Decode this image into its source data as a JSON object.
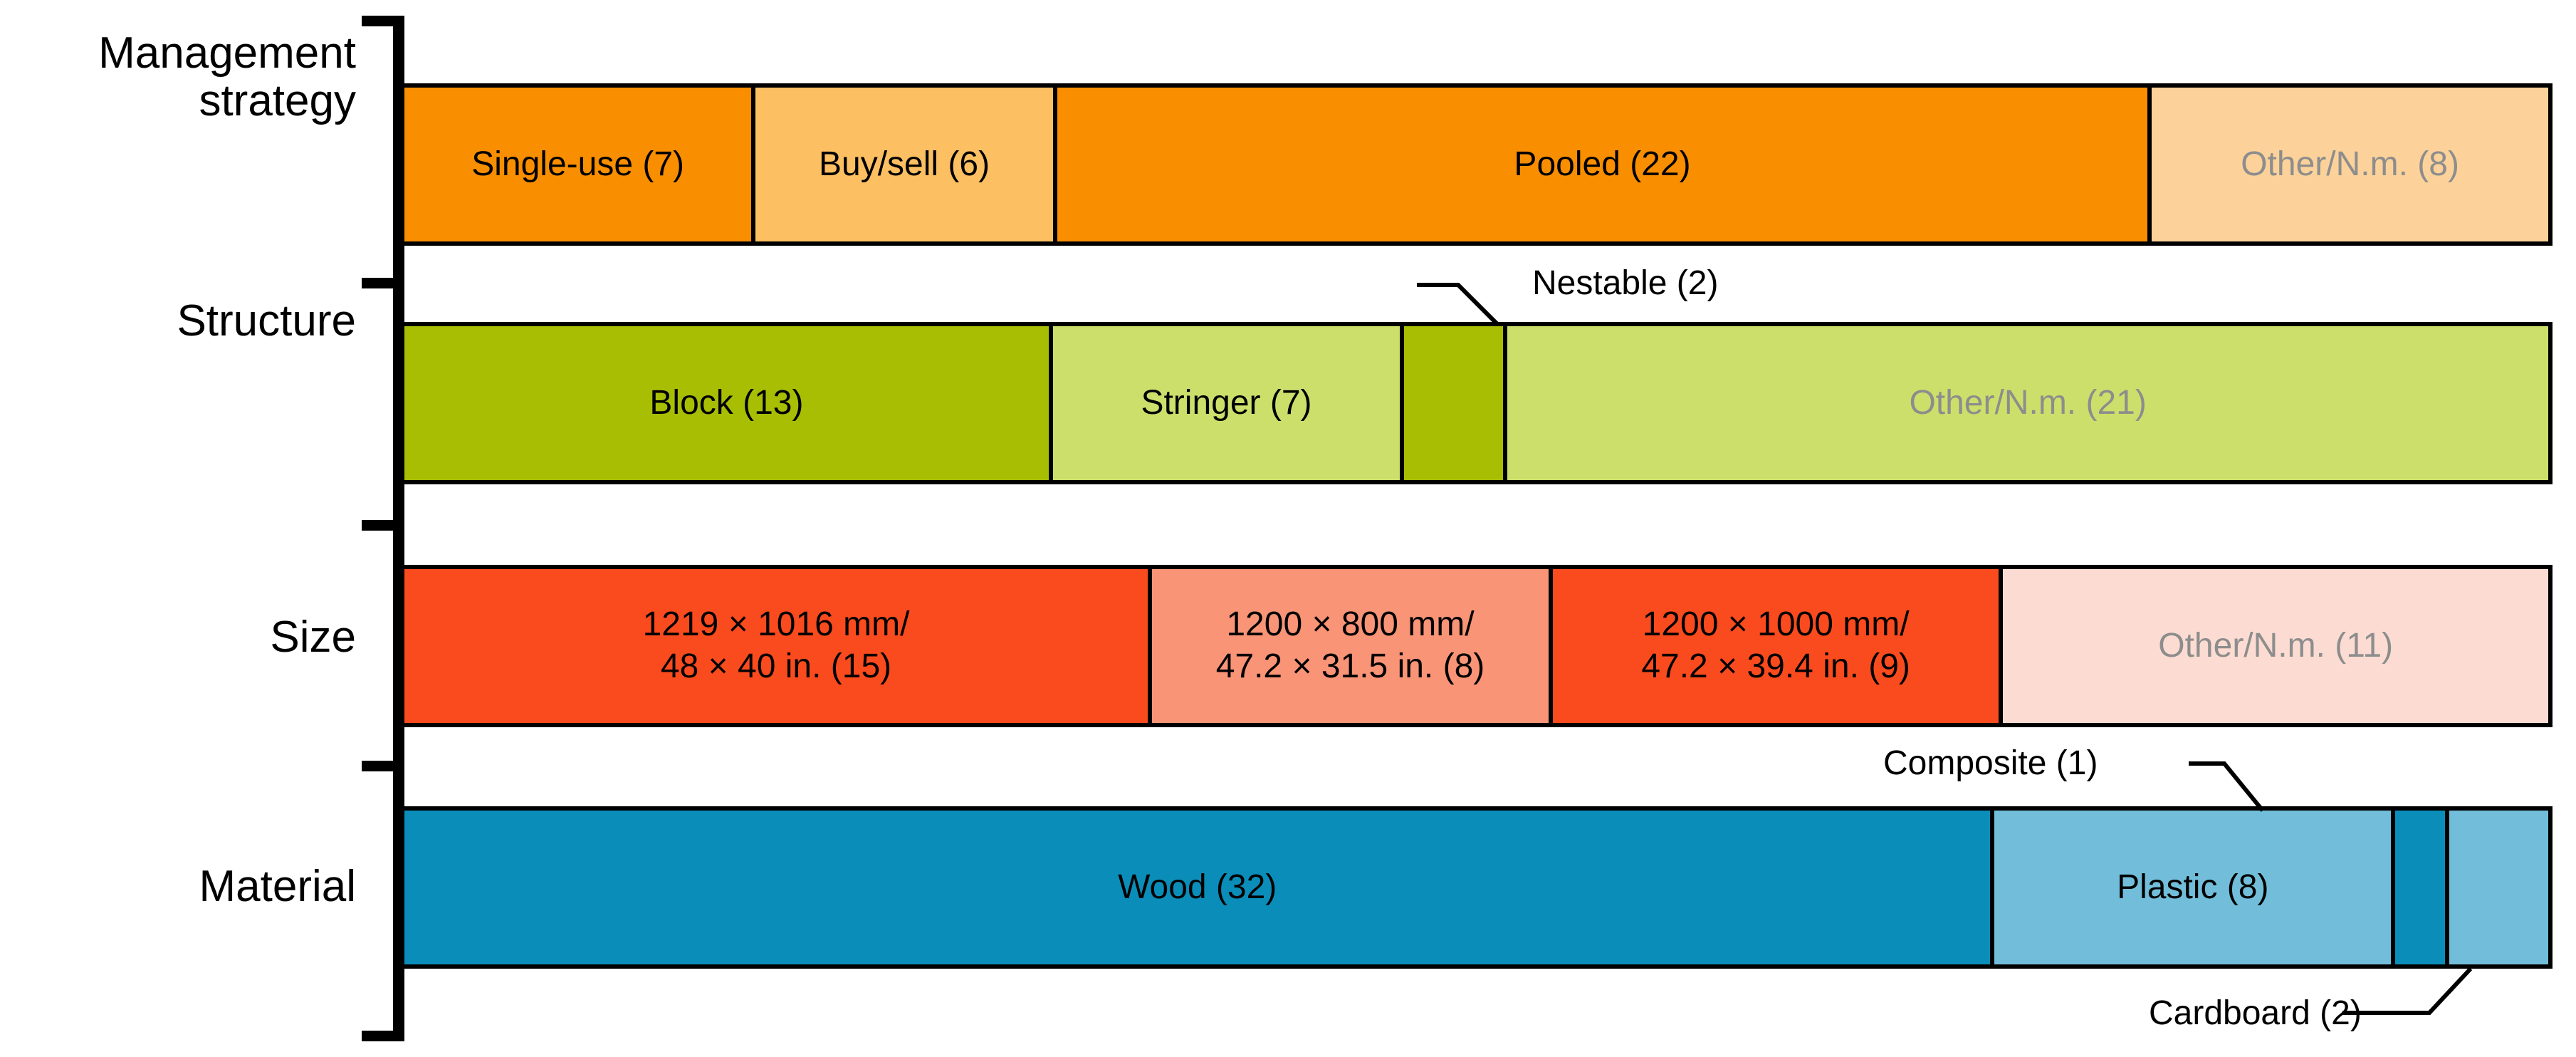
{
  "chart_data": {
    "type": "bar",
    "subtype": "stacked-horizontal-100pct",
    "title": "",
    "xlabel": "",
    "ylabel": "",
    "total_per_category": 43,
    "axis": {
      "grid": false,
      "legend": false,
      "x_axis_visible": false,
      "y_axis_visible": true
    },
    "categories": [
      "Management\nstrategy",
      "Structure",
      "Size",
      "Material"
    ],
    "series": [
      {
        "category": "Management strategy",
        "segments": [
          {
            "label": "Single-use (7)",
            "name": "Single-use",
            "value": 7,
            "color": "#F98E00",
            "text_color": "#000000",
            "inside": true
          },
          {
            "label": "Buy/sell (6)",
            "name": "Buy/sell",
            "value": 6,
            "color": "#FCBF62",
            "text_color": "#000000",
            "inside": true
          },
          {
            "label": "Pooled (22)",
            "name": "Pooled",
            "value": 22,
            "color": "#F98E00",
            "text_color": "#000000",
            "inside": true
          },
          {
            "label": "Other/N.m. (8)",
            "name": "Other/N.m.",
            "value": 8,
            "color": "#FCD29A",
            "text_color": "#8d8d8d",
            "inside": true
          }
        ]
      },
      {
        "category": "Structure",
        "segments": [
          {
            "label": "Block (13)",
            "name": "Block",
            "value": 13,
            "color": "#A7BE03",
            "text_color": "#000000",
            "inside": true
          },
          {
            "label": "Stringer (7)",
            "name": "Stringer",
            "value": 7,
            "color": "#CDDF6B",
            "text_color": "#000000",
            "inside": true
          },
          {
            "label": "Nestable (2)",
            "name": "Nestable",
            "value": 2,
            "color": "#A7BE03",
            "text_color": "#000000",
            "inside": false
          },
          {
            "label": "Other/N.m. (21)",
            "name": "Other/N.m.",
            "value": 21,
            "color": "#CDDF6B",
            "text_color": "#8d8d8d",
            "inside": true
          }
        ]
      },
      {
        "category": "Size",
        "segments": [
          {
            "label": "1219 × 1016 mm/\n48 × 40 in. (15)",
            "name": "1219 x 1016 mm / 48 x 40 in.",
            "value": 15,
            "color": "#FA4B1E",
            "text_color": "#000000",
            "inside": true
          },
          {
            "label": "1200 × 800 mm/\n47.2 × 31.5 in. (8)",
            "name": "1200 x 800 mm / 47.2 x 31.5 in.",
            "value": 8,
            "color": "#F99477",
            "text_color": "#000000",
            "inside": true
          },
          {
            "label": "1200 × 1000 mm/\n47.2 × 39.4 in. (9)",
            "name": "1200 x 1000 mm / 47.2 x 39.4 in.",
            "value": 9,
            "color": "#FA4B1E",
            "text_color": "#000000",
            "inside": true
          },
          {
            "label": "Other/N.m. (11)",
            "name": "Other/N.m.",
            "value": 11,
            "color": "#FCDCD2",
            "text_color": "#8d8d8d",
            "inside": true
          }
        ]
      },
      {
        "category": "Material",
        "segments": [
          {
            "label": "Wood (32)",
            "name": "Wood",
            "value": 32,
            "color": "#0B8DBA",
            "text_color": "#000000",
            "inside": true
          },
          {
            "label": "Plastic (8)",
            "name": "Plastic",
            "value": 8,
            "color": "#72BEDA",
            "text_color": "#000000",
            "inside": true
          },
          {
            "label": "Composite (1)",
            "name": "Composite",
            "value": 1,
            "color": "#0B8DBA",
            "text_color": "#000000",
            "inside": false
          },
          {
            "label": "Cardboard (2)",
            "name": "Cardboard",
            "value": 2,
            "color": "#72BEDA",
            "text_color": "#000000",
            "inside": false
          }
        ]
      }
    ],
    "callouts": [
      {
        "label": "Nestable (2)",
        "for_category": "Structure",
        "for_segment": "Nestable",
        "position": "above"
      },
      {
        "label": "Composite (1)",
        "for_category": "Material",
        "for_segment": "Composite",
        "position": "above"
      },
      {
        "label": "Cardboard (2)",
        "for_category": "Material",
        "for_segment": "Cardboard",
        "position": "below"
      }
    ]
  },
  "style": {
    "background": "#FFFFFF",
    "axis_color": "#000000",
    "segment_border": "#000000",
    "muted_text": "#8d8d8d"
  }
}
